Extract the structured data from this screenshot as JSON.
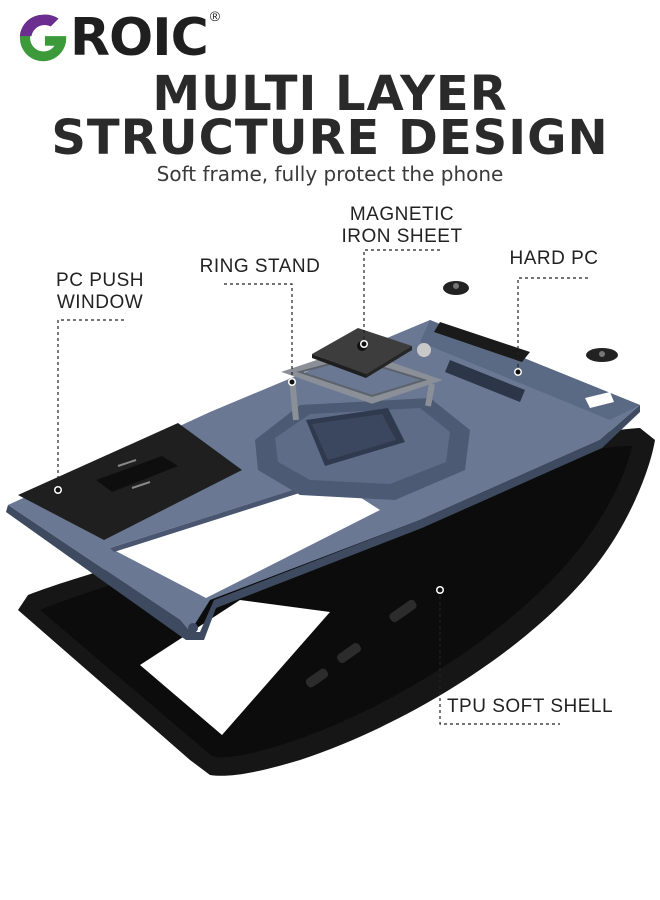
{
  "brand": {
    "name": "ROIC",
    "registered_mark": "®",
    "colors": {
      "purple": "#6b2d8f",
      "green": "#3c9a3a",
      "text": "#1f1f1f"
    }
  },
  "headline": {
    "line1": "MULTI LAYER",
    "line2": "STRUCTURE DESIGN"
  },
  "subtitle": "Soft frame, fully protect the phone",
  "callouts": {
    "magnetic_line1": "MAGNETIC",
    "magnetic_line2": "IRON SHEET",
    "ring_stand": "RING STAND",
    "hard_pc": "HARD PC",
    "pc_push_line1": "PC PUSH",
    "pc_push_line2": "WINDOW",
    "tpu_soft_shell": "TPU SOFT SHELL"
  },
  "colors": {
    "hard_pc": "#5b6a84",
    "hard_pc_dark": "#3e4a60",
    "tpu": "#1a1a1a",
    "magnet": "#3a3a3a",
    "ring": "#8a8f98"
  }
}
